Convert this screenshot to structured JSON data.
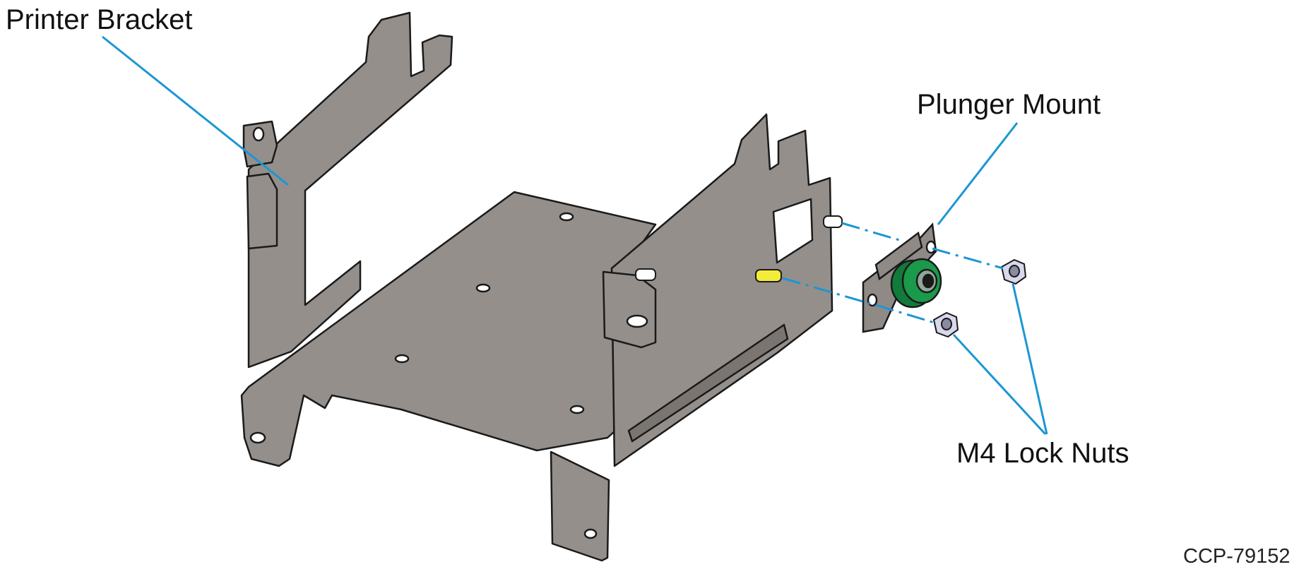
{
  "diagram": {
    "labels": {
      "printer_bracket": "Printer Bracket",
      "plunger_mount": "Plunger Mount",
      "lock_nuts": "M4 Lock Nuts"
    },
    "figure_code": "CCP-79152"
  },
  "colors": {
    "sheet_metal": "#948f8b",
    "sheet_metal_edge": "#1a1a1a",
    "callout_line": "#1c96d4",
    "plunger_green": "#1a9a4a",
    "standoff_yellow": "#f4ec3a",
    "nut_lavender": "#d8d8ec"
  }
}
